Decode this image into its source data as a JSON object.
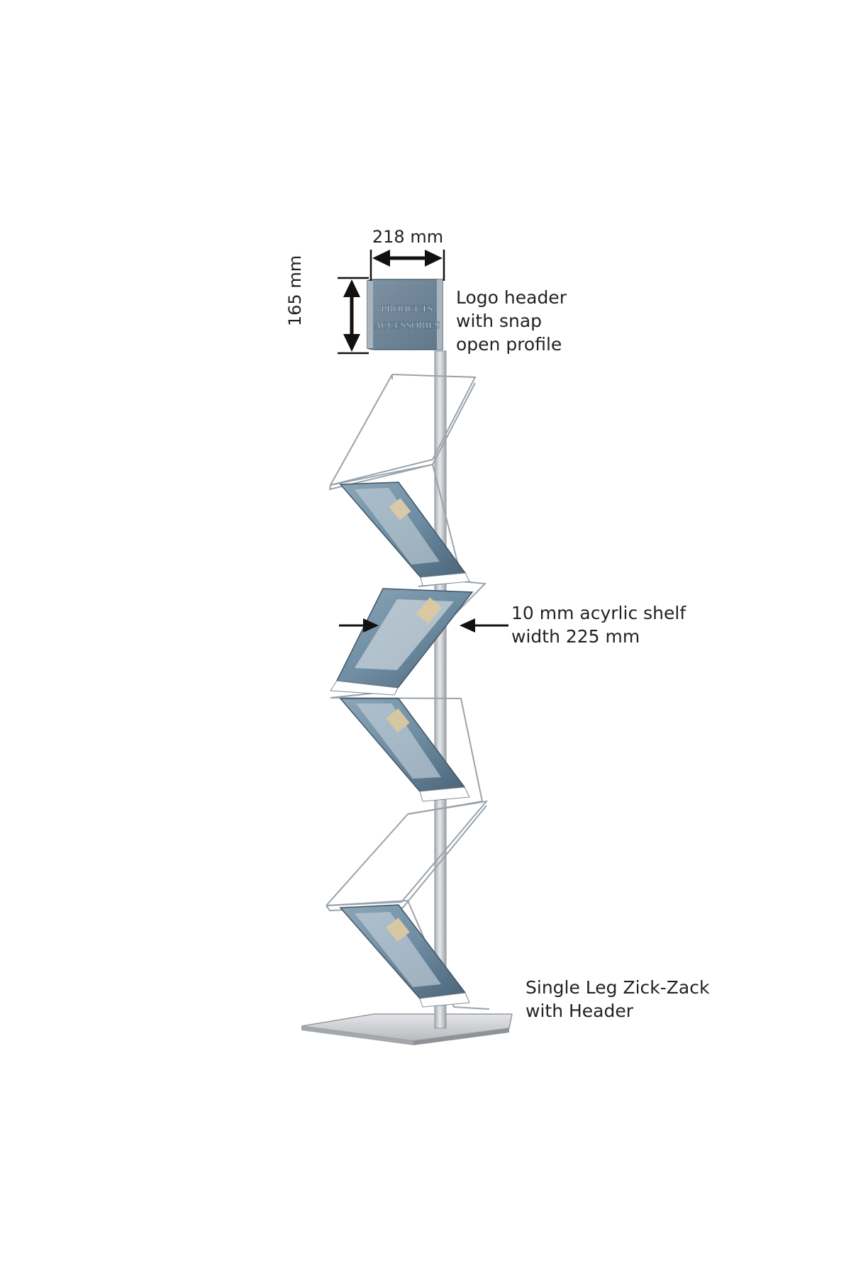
{
  "dimensions": {
    "header_width": "218 mm",
    "header_height": "165 mm"
  },
  "header_sign": {
    "line1": "PRODUCTS",
    "line2": "ACCESSORIES"
  },
  "callouts": {
    "header": [
      "Logo header",
      "with snap",
      "open profile"
    ],
    "shelf": [
      "10 mm acyrlic shelf",
      "width 225 mm"
    ],
    "title": [
      "Single Leg Zick-Zack",
      "with Header"
    ]
  },
  "colors": {
    "sign_blue": "#6e8597",
    "pole_silver": "#c9cdd1",
    "acrylic_edge": "#9aa3ab",
    "brochure_blue": "#6f8da3",
    "brochure_dark": "#3f5668",
    "text": "#222222"
  }
}
